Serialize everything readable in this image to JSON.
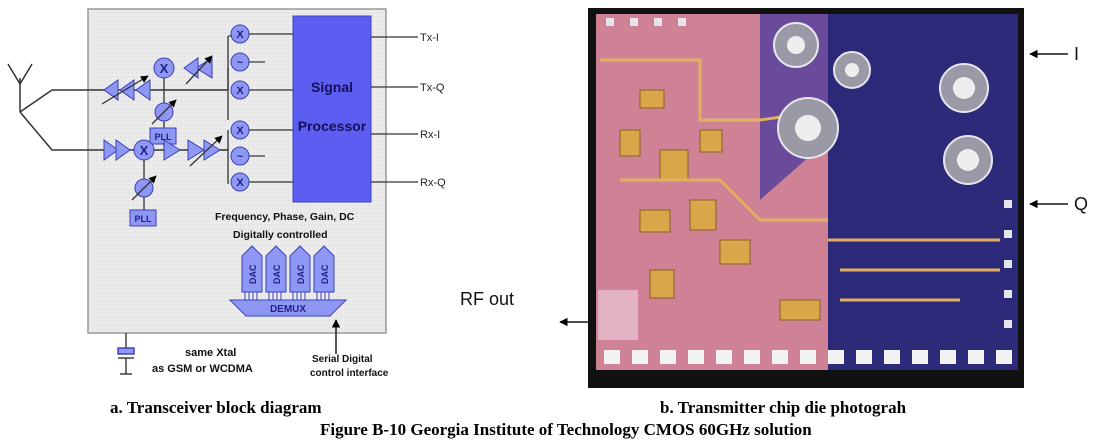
{
  "diagram": {
    "signal_processor": {
      "line1": "Signal",
      "line2": "Processor"
    },
    "outputs": {
      "tx_i": "Tx-I",
      "tx_q": "Tx-Q",
      "rx_i": "Rx-I",
      "rx_q": "Rx-Q"
    },
    "pll_top": "PLL",
    "pll_bottom": "PLL",
    "control_text": {
      "line1": "Frequency, Phase, Gain, DC",
      "line2": "Digitally controlled"
    },
    "dac_labels": [
      "DAC",
      "DAC",
      "DAC",
      "DAC"
    ],
    "demux": "DEMUX",
    "xtal": {
      "line1": "same Xtal",
      "line2": "as GSM or WCDMA"
    },
    "serial": {
      "line1": "Serial Digital",
      "line2": "control interface"
    }
  },
  "photo": {
    "label_i": "I",
    "label_q": "Q",
    "rf_out": "RF out"
  },
  "captions": {
    "a": "a. Transceiver block diagram",
    "b": "b. Transmitter chip die photograh",
    "figure": "Figure B-10 Georgia Institute of Technology CMOS 60GHz solution"
  }
}
